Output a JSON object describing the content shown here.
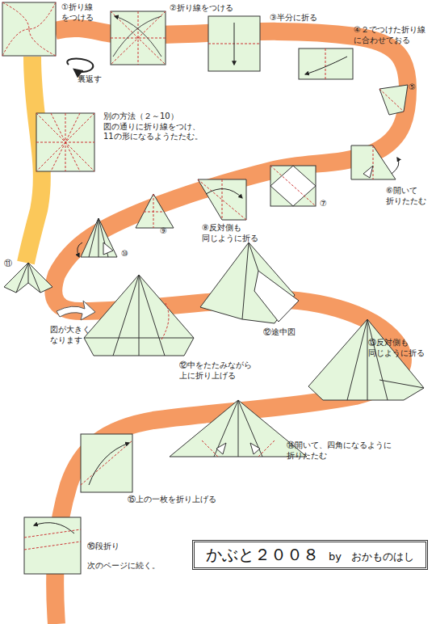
{
  "diagram": {
    "nodes": [
      {
        "text": [
          "かぶと２００８",
          "by",
          "おかものはし"
        ]
      }
    ],
    "labels": [
      "①折り線 をつける",
      "裏返す",
      "②折り線をつける",
      "③半分に折る",
      "④２でつけた折り線 に合わせておる",
      "⑤",
      "⑥開いて 折りたたむ",
      "⑦",
      "⑧反対側も 同じように折る",
      "⑨",
      "⑩",
      "別の方法（２～10） 図の通りに折り線をつけ、 11の形になるようたたむ。",
      "⑪",
      "図が大きく なります",
      "⑫中をたたみながら 上に折り上げる",
      "⑫途中図",
      "⑬反対側も 同じように折る",
      "⑭開いて、四角になるように 折りたたむ",
      "⑮上の一枚を折り上げる",
      "⑯段折り",
      "次のページに続く。"
    ]
  }
}
